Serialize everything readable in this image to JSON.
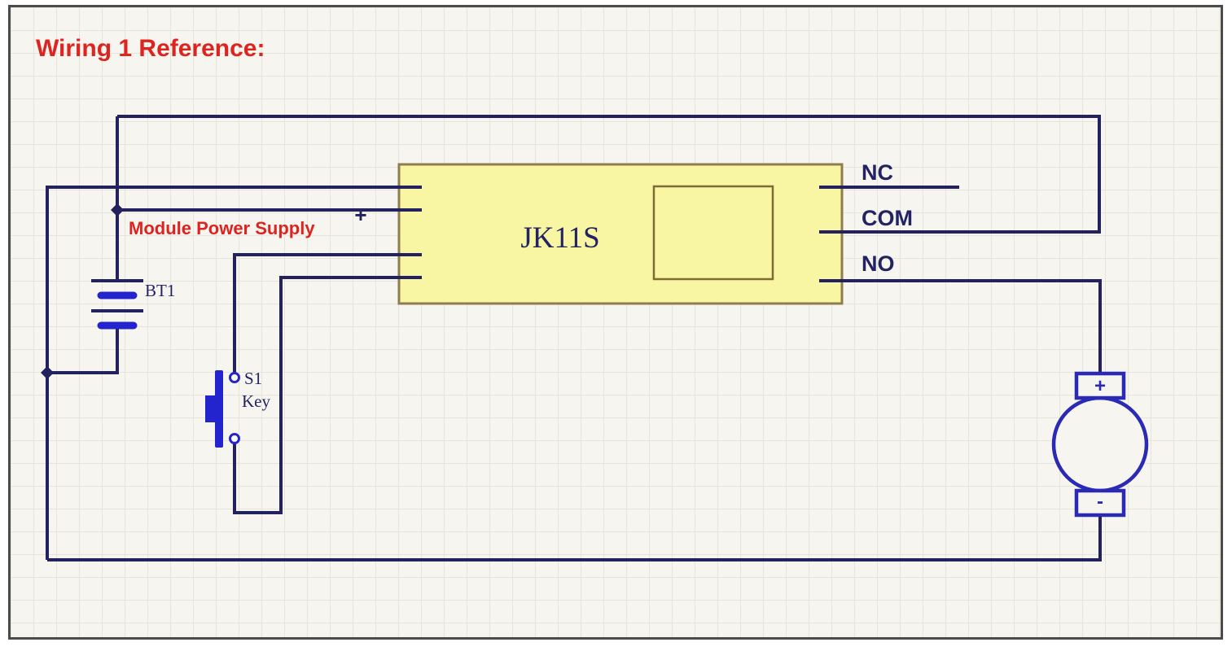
{
  "title": "Wiring 1 Reference:",
  "colors": {
    "background": "#f7f5ef",
    "frame": "#4b4b4b",
    "grid": "#e7e4da",
    "wire": "#23225f",
    "bright_blue": "#2424cf",
    "motor_blue": "#2b2ab4",
    "red_label": "#dc2420",
    "navy_text": "#232364",
    "module_fill": "#f8f5a3",
    "module_border": "#8e7d4e"
  },
  "labels": {
    "power_supply": "Module Power Supply",
    "power_plus": "+"
  },
  "module": {
    "name": "JK11S",
    "pin_nc": "NC",
    "pin_com": "COM",
    "pin_no": "NO"
  },
  "battery": {
    "designator": "BT1"
  },
  "key_switch": {
    "designator": "S1",
    "label": "Key"
  },
  "motor": {
    "plus": "+",
    "minus": "-"
  }
}
